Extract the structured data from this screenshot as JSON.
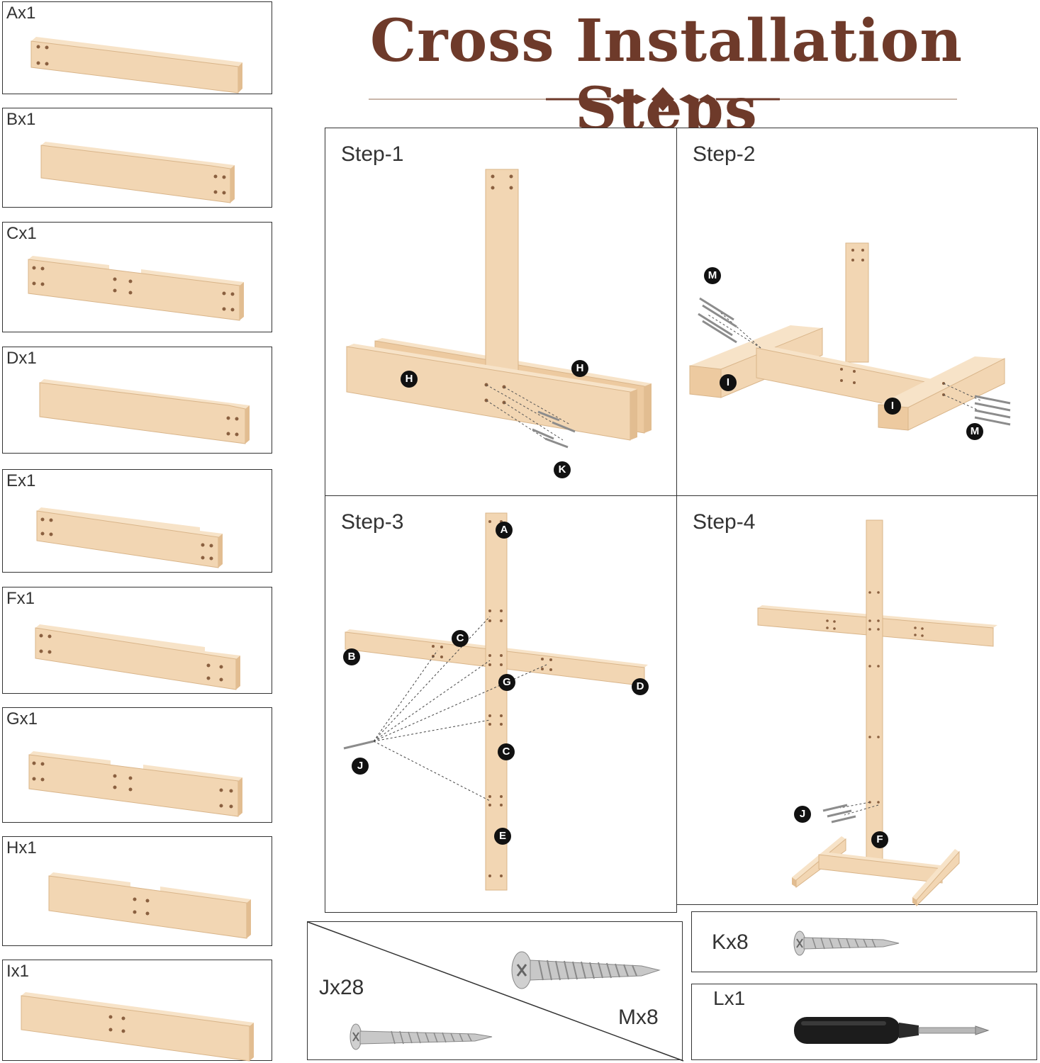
{
  "title": "Cross Installation Steps",
  "parts": [
    {
      "label": "Ax1"
    },
    {
      "label": "Bx1"
    },
    {
      "label": "Cx1"
    },
    {
      "label": "Dx1"
    },
    {
      "label": "Ex1"
    },
    {
      "label": "Fx1"
    },
    {
      "label": "Gx1"
    },
    {
      "label": "Hx1"
    },
    {
      "label": "Ix1"
    }
  ],
  "steps": [
    {
      "label": "Step-1",
      "badges": [
        "H",
        "H",
        "K"
      ]
    },
    {
      "label": "Step-2",
      "badges": [
        "M",
        "I",
        "I",
        "M"
      ]
    },
    {
      "label": "Step-3",
      "badges": [
        "A",
        "C",
        "B",
        "G",
        "D",
        "J",
        "C",
        "E"
      ]
    },
    {
      "label": "Step-4",
      "badges": [
        "J",
        "F"
      ]
    }
  ],
  "hardware": {
    "j": "Jx28",
    "m": "Mx8",
    "k": "Kx8",
    "l": "Lx1"
  },
  "colors": {
    "wood": "#f2d6b3",
    "wood_dark": "#e2bd91",
    "title": "#6e3a2a"
  }
}
